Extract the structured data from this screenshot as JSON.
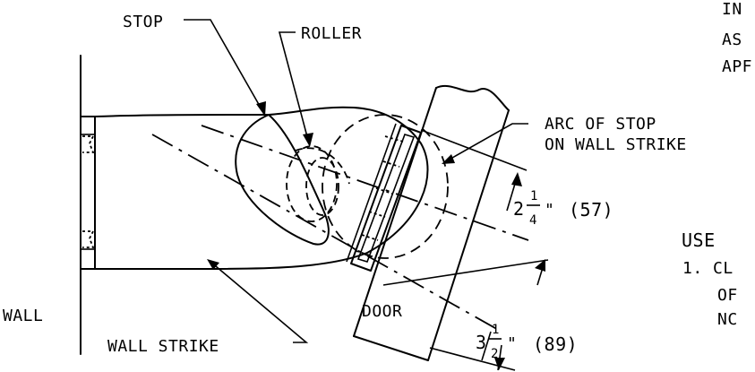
{
  "labels": {
    "stop": "STOP",
    "roller": "ROLLER",
    "arc_line1": "ARC OF STOP",
    "arc_line2": "ON WALL STRIKE",
    "wall": "WALL",
    "wall_strike": "WALL STRIKE",
    "door": "DOOR"
  },
  "dimensions": {
    "dim1_whole": "2",
    "dim1_num": "1",
    "dim1_den": "4",
    "dim1_unit": "\"",
    "dim1_metric": "(57)",
    "dim2_whole": "3",
    "dim2_num": "1",
    "dim2_den": "2",
    "dim2_unit": "\"",
    "dim2_metric": "(89)"
  },
  "notes": {
    "line1": "IN",
    "line2": "AS",
    "line3": "APF",
    "use_heading": "USE",
    "item1_line1": "1. CL",
    "item1_line2": "OF",
    "item1_line3": "NC"
  }
}
